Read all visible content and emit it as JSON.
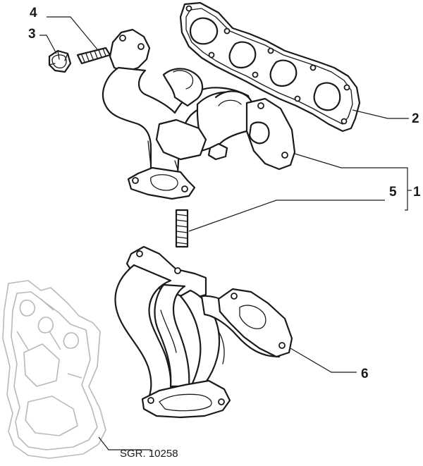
{
  "callouts": {
    "c1": "1",
    "c2": "2",
    "c3": "3",
    "c4": "4",
    "c5": "5",
    "c6": "6"
  },
  "reference_code": "SGR. 10258",
  "colors": {
    "line": "#1a1a1a",
    "shield_line": "#b9b9b9",
    "background": "#ffffff"
  }
}
